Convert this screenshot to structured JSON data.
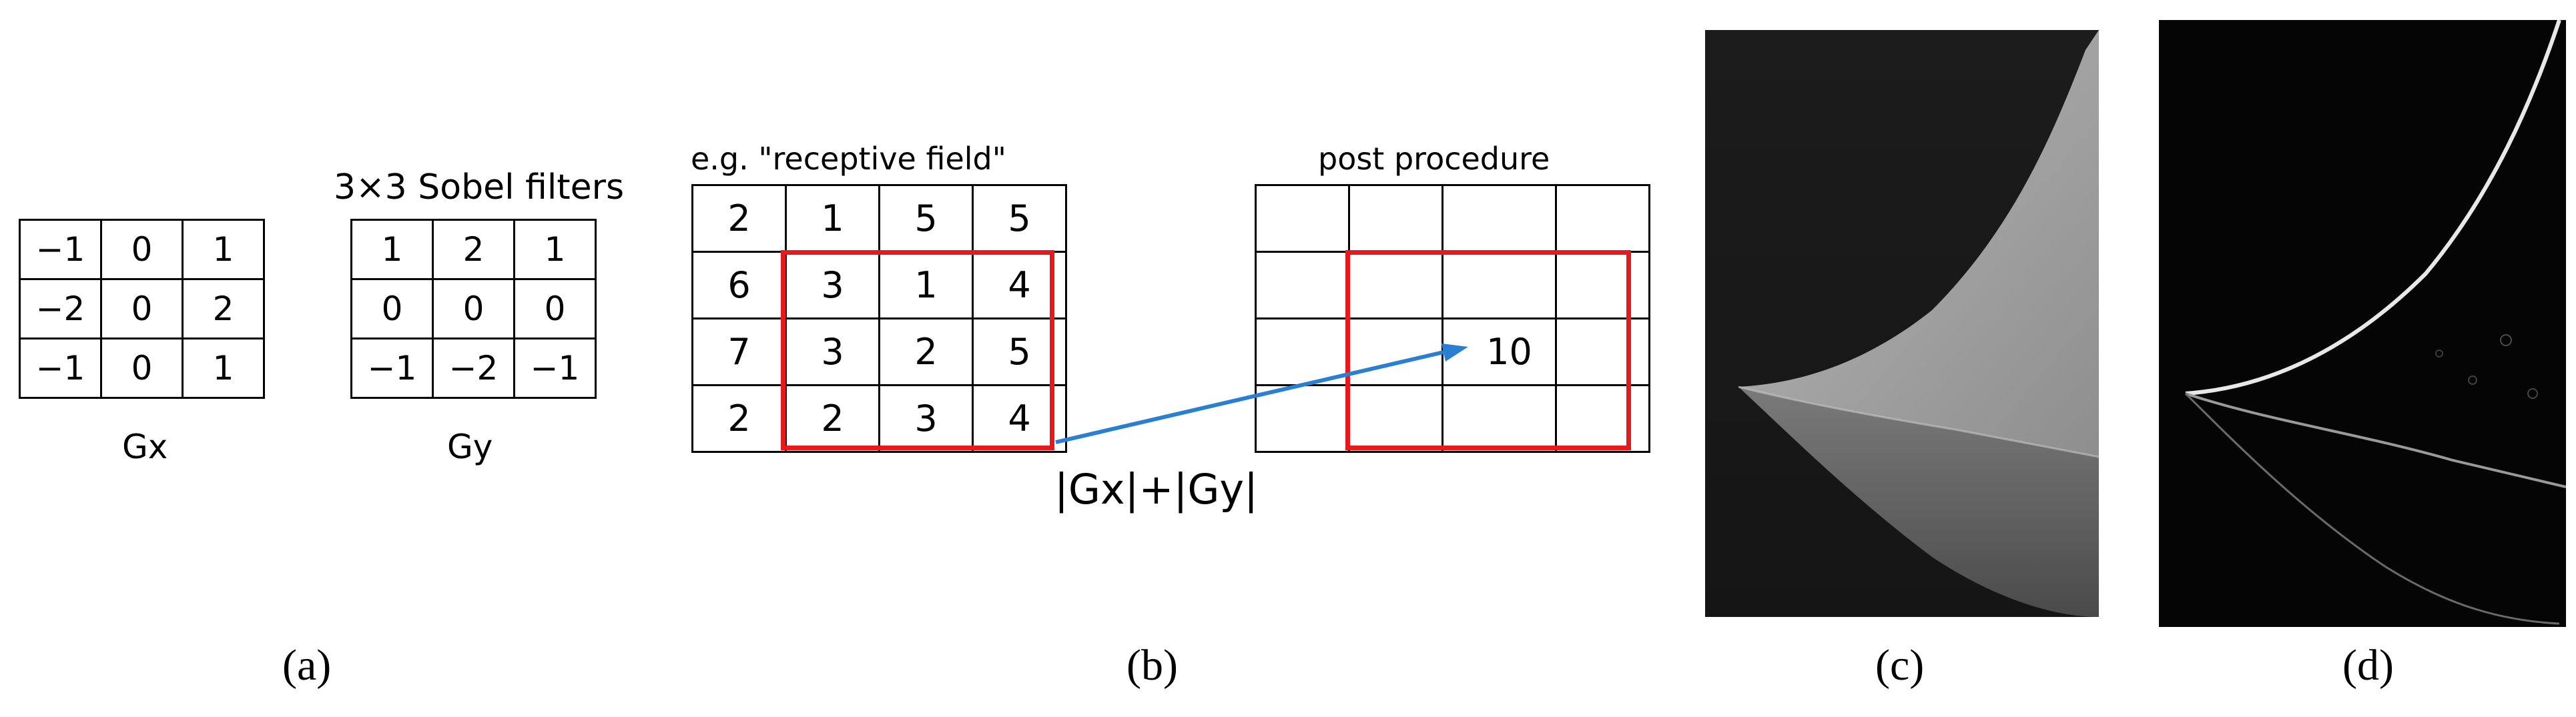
{
  "panel_a": {
    "title": "3×3 Sobel filters",
    "gx": {
      "label": "Gx",
      "rows": [
        [
          "−1",
          "0",
          "1"
        ],
        [
          "−2",
          "0",
          "2"
        ],
        [
          "−1",
          "0",
          "1"
        ]
      ]
    },
    "gy": {
      "label": "Gy",
      "rows": [
        [
          "1",
          "2",
          "1"
        ],
        [
          "0",
          "0",
          "0"
        ],
        [
          "−1",
          "−2",
          "−1"
        ]
      ]
    },
    "caption": "(a)"
  },
  "panel_b": {
    "left_title": "e.g. \"receptive field\"",
    "left_rows": [
      [
        "2",
        "1",
        "5",
        "5"
      ],
      [
        "6",
        "3",
        "1",
        "4"
      ],
      [
        "7",
        "3",
        "2",
        "5"
      ],
      [
        "2",
        "2",
        "3",
        "4"
      ]
    ],
    "right_title": "post procedure",
    "right_rows": [
      [
        "",
        "",
        "",
        ""
      ],
      [
        "",
        "",
        "",
        ""
      ],
      [
        "",
        "",
        "10",
        ""
      ],
      [
        "",
        "",
        "",
        ""
      ]
    ],
    "operation": "|Gx|+|Gy|",
    "caption": "(b)",
    "colors": {
      "highlight": "#e8191c",
      "arrow": "#2a7fd0"
    }
  },
  "panel_c": {
    "caption": "(c)"
  },
  "panel_d": {
    "caption": "(d)"
  }
}
